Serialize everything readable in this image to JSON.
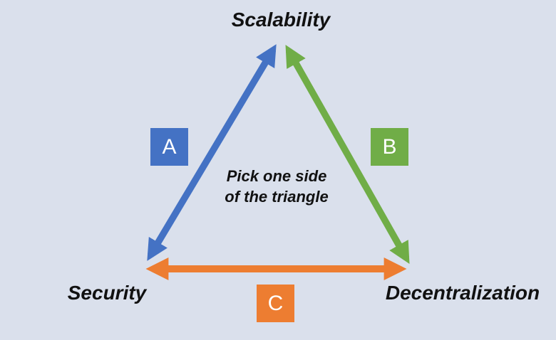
{
  "diagram": {
    "background_color": "#DAE0EC",
    "text_color": "#111111",
    "vertices": {
      "top": "Scalability",
      "bottom_left": "Security",
      "bottom_right": "Decentralization"
    },
    "center_note": {
      "line1": "Pick one side",
      "line2": "of the triangle"
    },
    "edges": [
      {
        "label": "A",
        "color": "#4472C4",
        "connects": "Scalability-Security"
      },
      {
        "label": "B",
        "color": "#70AD47",
        "connects": "Scalability-Decentralization"
      },
      {
        "label": "C",
        "color": "#ED7D31",
        "connects": "Security-Decentralization"
      }
    ]
  }
}
